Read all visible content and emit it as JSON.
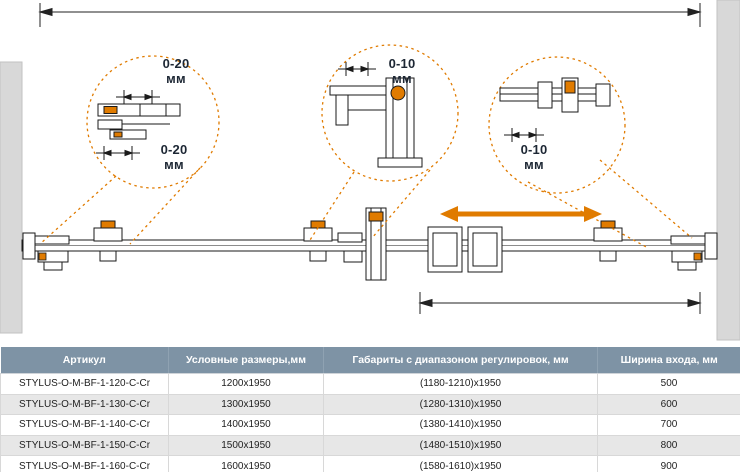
{
  "diagram": {
    "callouts": [
      {
        "top_value": "0-20",
        "top_unit": "мм",
        "bottom_value": "0-20",
        "bottom_unit": "мм"
      },
      {
        "value": "0-10",
        "unit": "мм"
      },
      {
        "value": "0-10",
        "unit": "мм"
      }
    ]
  },
  "table": {
    "headers": [
      "Артикул",
      "Условные размеры,мм",
      "Габариты с диапазоном регулировок, мм",
      "Ширина входа, мм"
    ],
    "rows": [
      [
        "STYLUS-O-M-BF-1-120-C-Cr",
        "1200x1950",
        "(1180-1210)x1950",
        "500"
      ],
      [
        "STYLUS-O-M-BF-1-130-C-Cr",
        "1300x1950",
        "(1280-1310)x1950",
        "600"
      ],
      [
        "STYLUS-O-M-BF-1-140-C-Cr",
        "1400x1950",
        "(1380-1410)x1950",
        "700"
      ],
      [
        "STYLUS-O-M-BF-1-150-C-Cr",
        "1500x1950",
        "(1480-1510)x1950",
        "800"
      ],
      [
        "STYLUS-O-M-BF-1-160-C-Cr",
        "1600x1950",
        "(1580-1610)x1950",
        "900"
      ]
    ]
  },
  "colors": {
    "accent_orange": "#e07b00",
    "table_header_bg": "#7e93a5",
    "wall_gray": "#d8d8d8",
    "row_alt_gray": "#e7e7e7"
  }
}
